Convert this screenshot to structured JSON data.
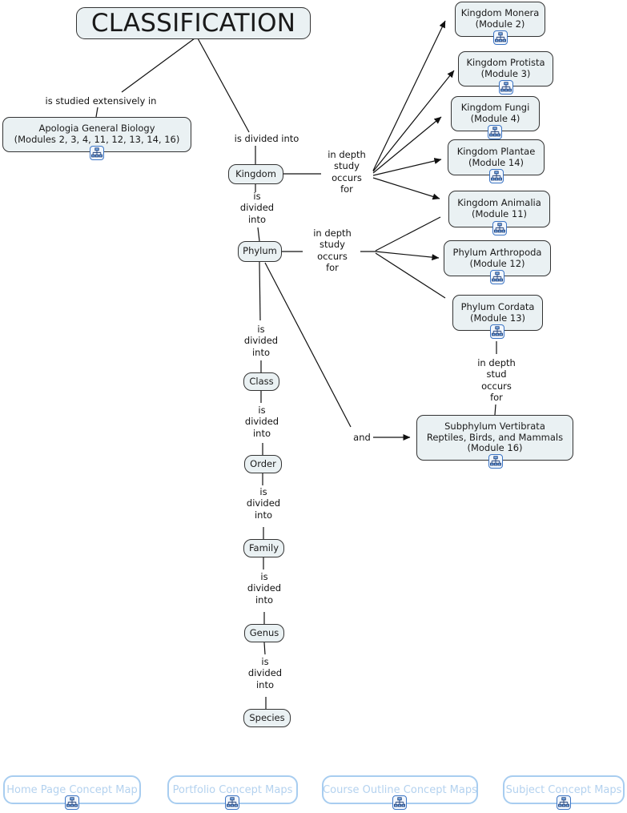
{
  "map": {
    "title": "CLASSIFICATION",
    "icon_name": "concept-map-icon",
    "accent_border": "#333333",
    "node_fill": "#eaf1f3",
    "nav_border": "#a8cdf0",
    "nav_text": "#b4d2ef"
  },
  "nodes": {
    "classification": {
      "label": "CLASSIFICATION"
    },
    "apologia": {
      "line1": "Apologia General Biology",
      "line2": "(Modules 2, 3, 4, 11, 12, 13, 14, 16)"
    },
    "kingdom": {
      "label": "Kingdom"
    },
    "phylum": {
      "label": "Phylum"
    },
    "class": {
      "label": "Class"
    },
    "order": {
      "label": "Order"
    },
    "family": {
      "label": "Family"
    },
    "genus": {
      "label": "Genus"
    },
    "species": {
      "label": "Species"
    },
    "monera": {
      "line1": "Kingdom Monera",
      "line2": "(Module 2)"
    },
    "protista": {
      "line1": "Kingdom Protista",
      "line2": "(Module 3)"
    },
    "fungi": {
      "line1": "Kingdom Fungi",
      "line2": "(Module 4)"
    },
    "plantae": {
      "line1": "Kingdom Plantae",
      "line2": "(Module 14)"
    },
    "animalia": {
      "line1": "Kingdom Animalia",
      "line2": "(Module 11)"
    },
    "arthropoda": {
      "line1": "Phylum Arthropoda",
      "line2": "(Module 12)"
    },
    "cordata": {
      "line1": "Phylum Cordata",
      "line2": "(Module 13)"
    },
    "vertibrata": {
      "line1": "Subphylum Vertibrata",
      "line2": "Reptiles, Birds, and Mammals",
      "line3": "(Module 16)"
    }
  },
  "link_labels": {
    "studied_in": "is studied extensively in",
    "divided_into": "is divided into",
    "kingdom_to_phylum": "is\ndivided\ninto",
    "phylum_to_class": "is\ndivided\ninto",
    "class_to_order": "is\ndivided\ninto",
    "order_to_family": "is\ndivided\ninto",
    "family_to_genus": "is\ndivided\ninto",
    "genus_to_species": "is\ndivided\ninto",
    "kingdom_depth": "in depth\nstudy\noccurs\nfor",
    "phylum_depth": "in depth\nstudy\noccurs\nfor",
    "cordata_depth": "in depth\nstud\noccurs\nfor",
    "and": "and"
  },
  "nav": {
    "buttons": [
      {
        "label": "Home Page Concept Map"
      },
      {
        "label": "Portfolio Concept Maps"
      },
      {
        "label": "Course Outline Concept Maps"
      },
      {
        "label": "Subject Concept Maps"
      }
    ]
  }
}
